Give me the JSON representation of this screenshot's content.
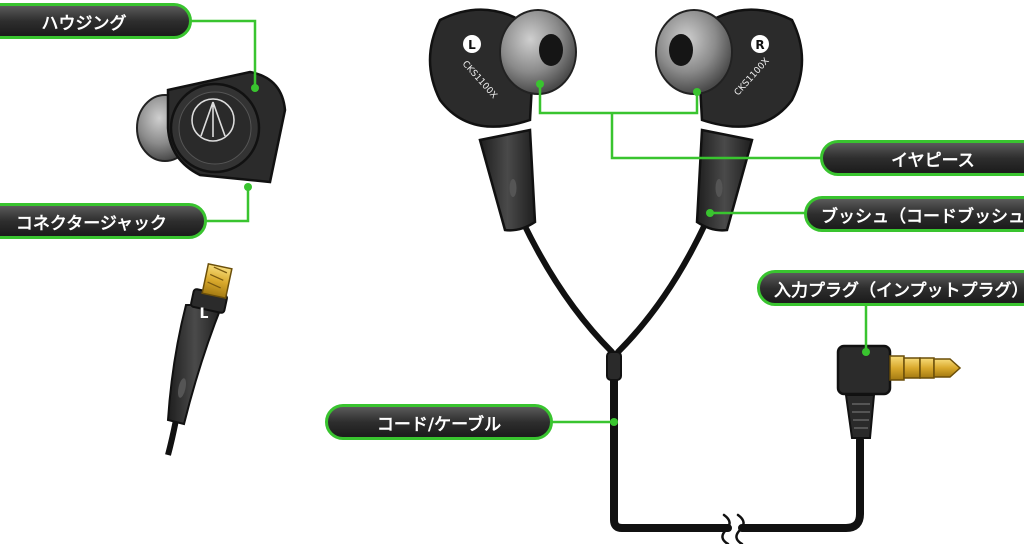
{
  "labels": {
    "housing": "ハウジング",
    "connector_jack": "コネクタージャック",
    "ear_piece": "イヤピース",
    "bush": "ブッシュ（コードブッシュ）",
    "input_plug": "入力プラグ（インプットプラグ）",
    "cord": "コード/ケーブル"
  },
  "markings": {
    "left_letter": "L",
    "right_letter": "R",
    "model_left": "CKS1100X",
    "model_right": "CKS1100X",
    "plug_letter": "L"
  },
  "colors": {
    "leader_line": "#39c42f",
    "label_fill": "#2e2e2e",
    "label_text": "#ffffff",
    "body": "#2a2a2a",
    "gold": "#e0b63a"
  }
}
